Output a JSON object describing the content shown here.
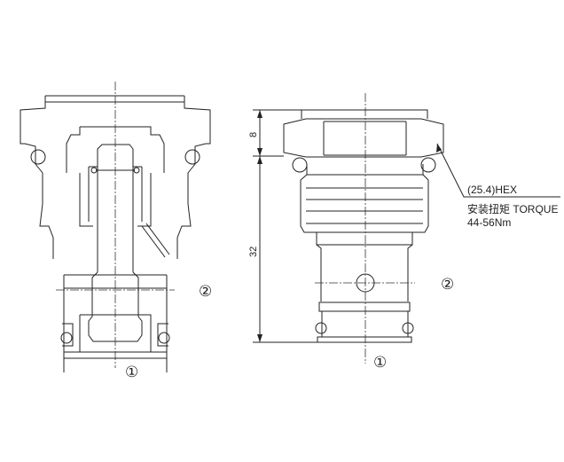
{
  "labels": {
    "port1_left": "①",
    "port2_left": "②",
    "port1_right": "①",
    "port2_right": "②",
    "dim_hex_height": "8",
    "dim_body_length": "32",
    "hex_size": "(25.4)HEX",
    "torque_label": "安装扭矩 TORQUE",
    "torque_value": "44-56Nm"
  }
}
